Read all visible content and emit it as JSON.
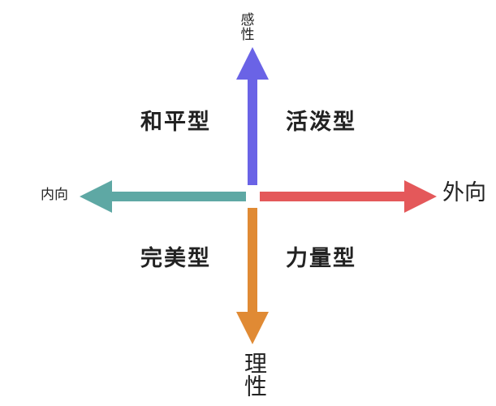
{
  "axes": {
    "top": "感性",
    "bottom": "理性",
    "left": "内向",
    "right": "外向"
  },
  "quadrants": {
    "top_left": "和平型",
    "top_right": "活泼型",
    "bottom_left": "完美型",
    "bottom_right": "力量型"
  },
  "colors": {
    "up_arrow": "#6a63e6",
    "down_arrow": "#e08a34",
    "left_arrow": "#5ea8a4",
    "right_arrow": "#e4585a"
  }
}
